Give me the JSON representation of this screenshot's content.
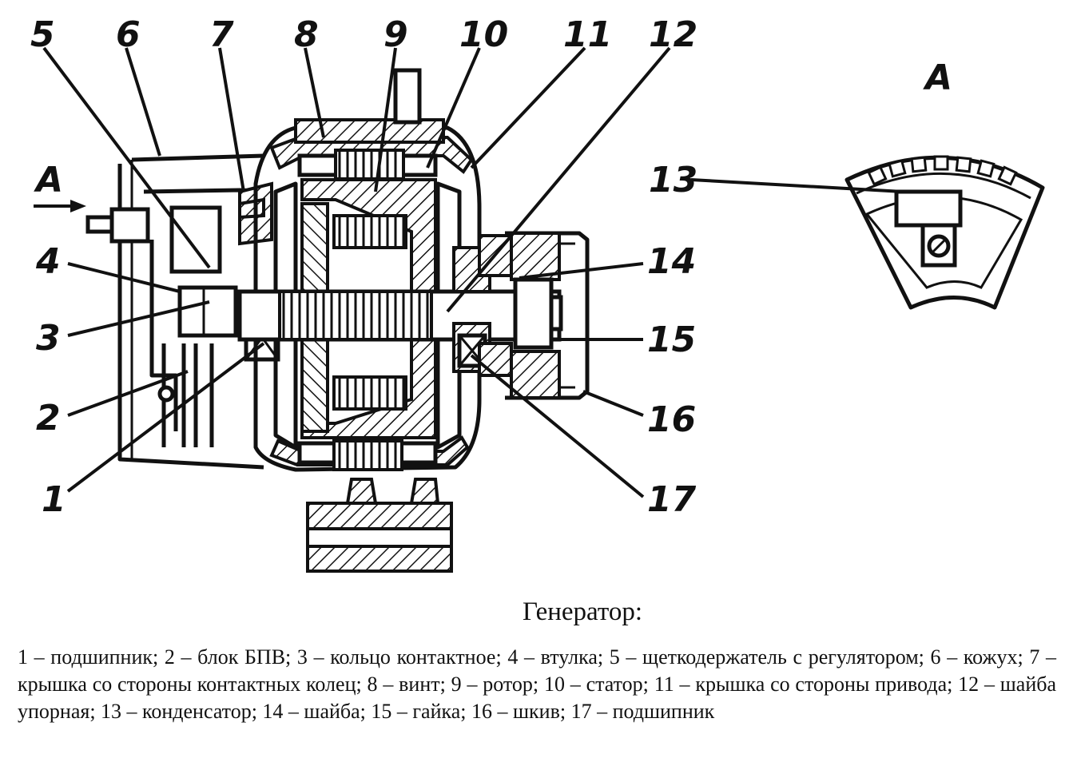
{
  "diagram": {
    "view_label_main": "A",
    "view_label_detail": "A",
    "part_numbers": [
      "1",
      "2",
      "3",
      "4",
      "5",
      "6",
      "7",
      "8",
      "9",
      "10",
      "11",
      "12",
      "13",
      "14",
      "15",
      "16",
      "17"
    ]
  },
  "caption": {
    "title": "Генератор:",
    "legend": "1 – подшипник; 2 – блок БПВ; 3 – кольцо контактное; 4 – втулка; 5 – щеткодержатель с регулятором; 6 – кожух; 7 – крышка со стороны контактных колец; 8 – винт; 9 – ротор; 10 – статор; 11 – крышка со стороны привода; 12 – шайба упорная; 13 – конденсатор; 14 – шайба; 15 – гайка; 16 – шкив; 17 – подшипник"
  }
}
